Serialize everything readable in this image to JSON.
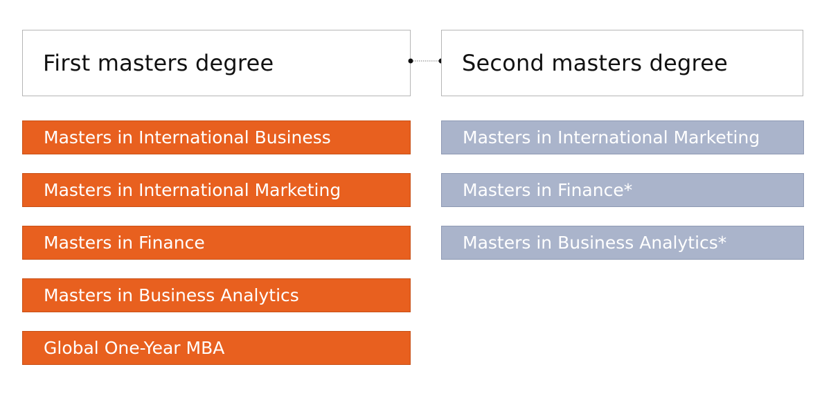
{
  "colors": {
    "primary": "#e8601f",
    "secondary": "#aab4cb",
    "header_border": "#b5b5b5",
    "connector": "#111111"
  },
  "first": {
    "title": "First masters degree",
    "items": [
      "Masters in International Business",
      "Masters in International Marketing",
      "Masters in Finance",
      "Masters in Business Analytics",
      "Global One-Year MBA"
    ]
  },
  "second": {
    "title": "Second masters degree",
    "items": [
      "Masters in International Marketing",
      "Masters in Finance*",
      "Masters in Business Analytics*"
    ]
  }
}
